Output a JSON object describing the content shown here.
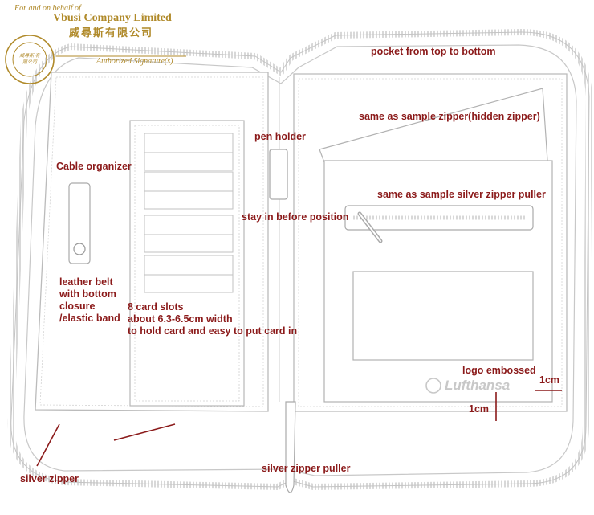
{
  "stamp": {
    "line1": "For and on behalf of",
    "company_en": "Vbusi Company Limited",
    "company_cn": "威尋斯有限公司",
    "seal_text": "威尋斯 有限公司",
    "signature": "Authorized Signature(s)"
  },
  "logo": {
    "brand": "Lufthansa"
  },
  "labels": {
    "pocket": "pocket from top to bottom",
    "hidden_zipper": "same as sample zipper(hidden zipper)",
    "pen_holder": "pen holder",
    "cable_organizer": "Cable organizer",
    "zipper_puller_silver": "same as sample silver zipper puller",
    "stay_in": "stay in before position",
    "leather_belt": [
      "leather belt",
      "with bottom",
      "closure",
      "/elastic band"
    ],
    "card_slots": [
      "8 card slots",
      "about 6.3-6.5cm width",
      "to hold card and easy to put card in"
    ],
    "logo_embossed": "logo embossed",
    "dim_1cm_a": "1cm",
    "dim_1cm_b": "1cm",
    "silver_zipper": "silver zipper",
    "silver_zipper_puller": "silver zipper puller"
  },
  "colors": {
    "annotation": "#8b1a1a",
    "stamp": "#b08a2a",
    "outline": "#bdbdbd"
  }
}
